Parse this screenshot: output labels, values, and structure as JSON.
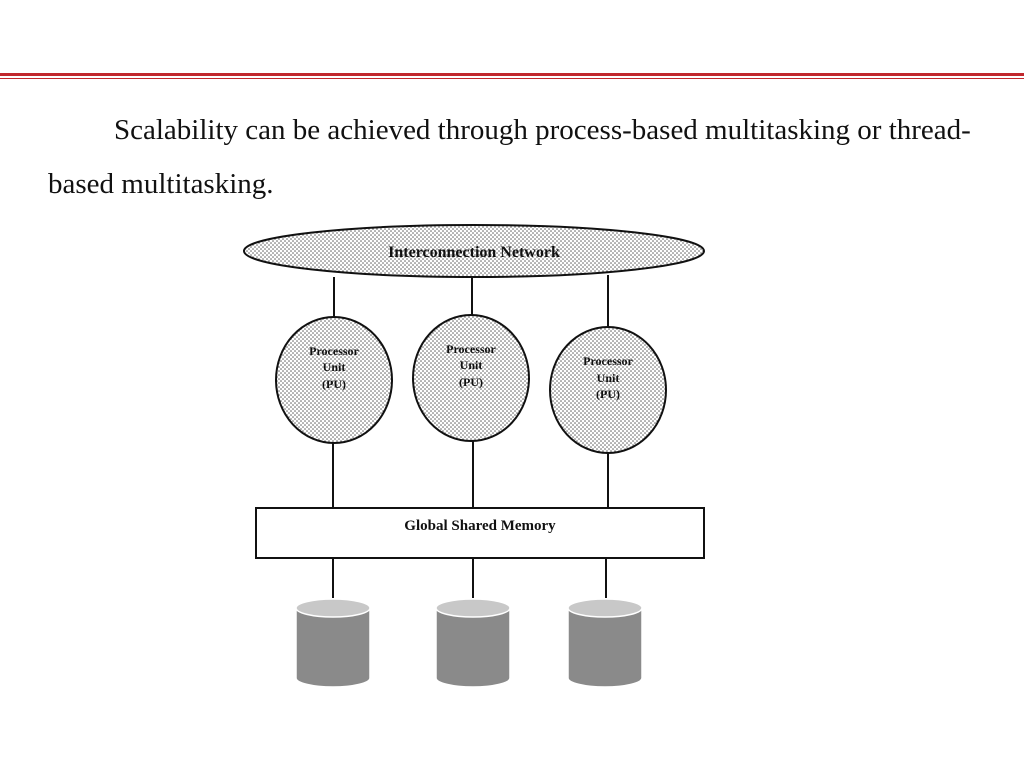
{
  "slide": {
    "paragraph": "Scalability can be achieved through process-based multitasking or thread-based multitasking."
  },
  "diagram": {
    "network_label": "Interconnection Network",
    "memory_label": "Global Shared Memory",
    "processors": [
      {
        "line1": "Processor",
        "line2": "Unit",
        "line3": "(PU)"
      },
      {
        "line1": "Processor",
        "line2": "Unit",
        "line3": "(PU)"
      },
      {
        "line1": "Processor",
        "line2": "Unit",
        "line3": "(PU)"
      }
    ],
    "colors": {
      "accent_rule": "#c1272d",
      "disk_fill": "#8a8a8a",
      "disk_top": "#c8c8c8"
    }
  }
}
